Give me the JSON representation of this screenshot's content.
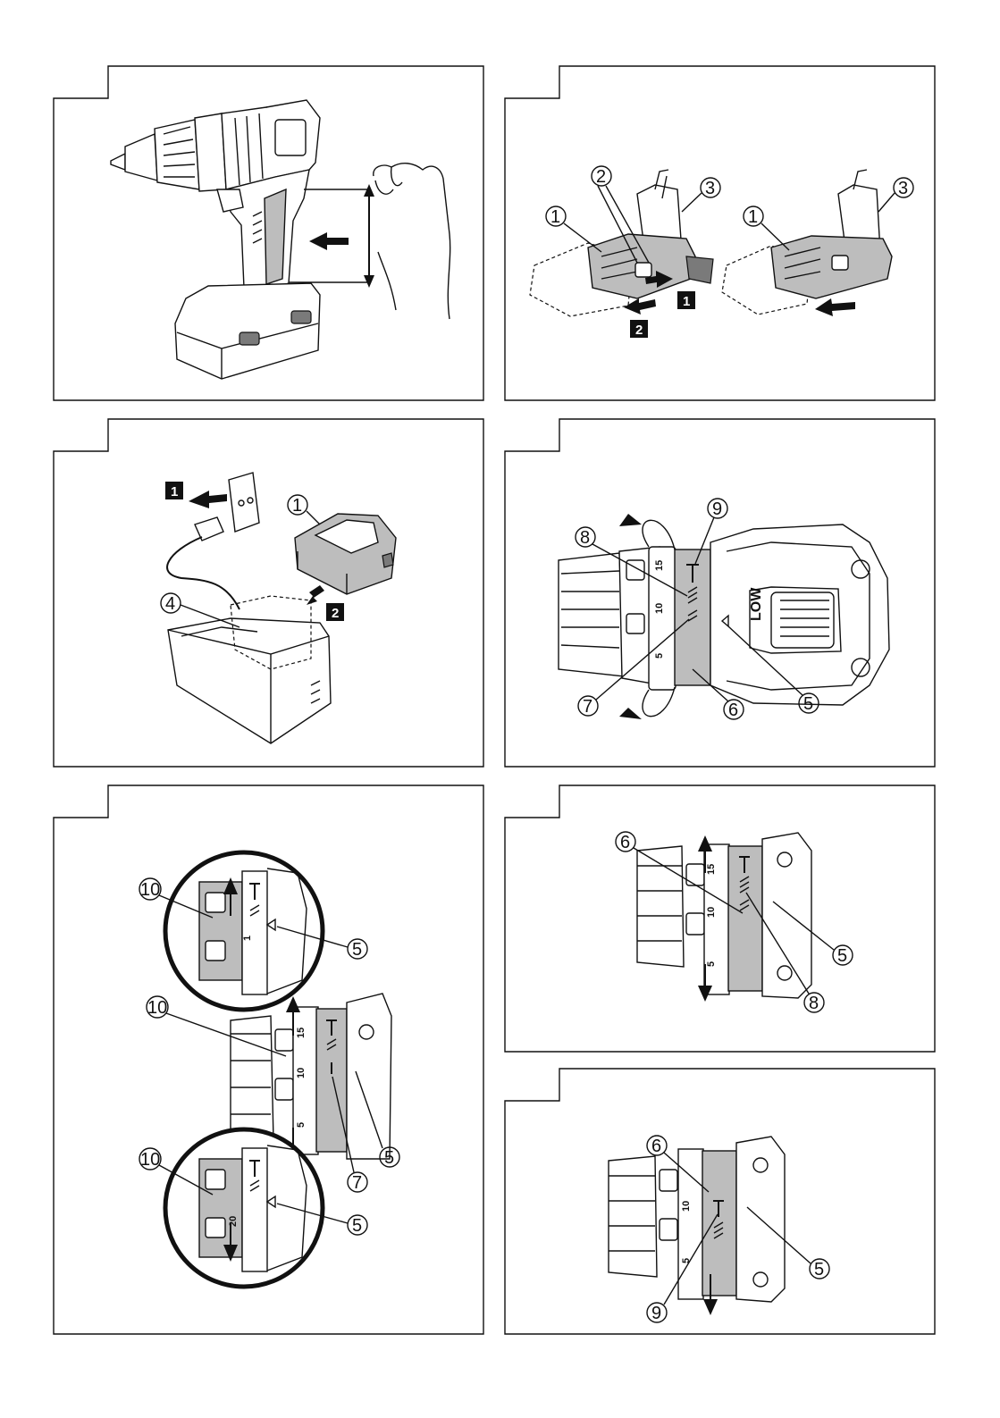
{
  "figures": [
    {
      "id": "fig1",
      "labels": []
    },
    {
      "id": "fig2",
      "labels": [
        "1",
        "2",
        "3",
        "1",
        "3"
      ],
      "steps": [
        "1",
        "2"
      ]
    },
    {
      "id": "fig3",
      "labels": [
        "1",
        "4"
      ],
      "steps": [
        "1",
        "2"
      ]
    },
    {
      "id": "fig4",
      "labels": [
        "9",
        "8",
        "7",
        "6",
        "5"
      ],
      "scale": [
        "5",
        "10",
        "15"
      ],
      "switch_text": "LOW"
    },
    {
      "id": "fig5",
      "labels": [
        "10",
        "5",
        "10",
        "7",
        "5",
        "10",
        "5"
      ],
      "scale": [
        "5",
        "10",
        "15"
      ],
      "zoom_scale_top": [
        "1"
      ],
      "zoom_scale_bottom": [
        "20"
      ]
    },
    {
      "id": "fig6",
      "labels": [
        "6",
        "5",
        "8"
      ],
      "scale": [
        "5",
        "10",
        "15"
      ]
    },
    {
      "id": "fig7",
      "labels": [
        "6",
        "5",
        "9"
      ],
      "scale": [
        "5",
        "10"
      ]
    }
  ]
}
